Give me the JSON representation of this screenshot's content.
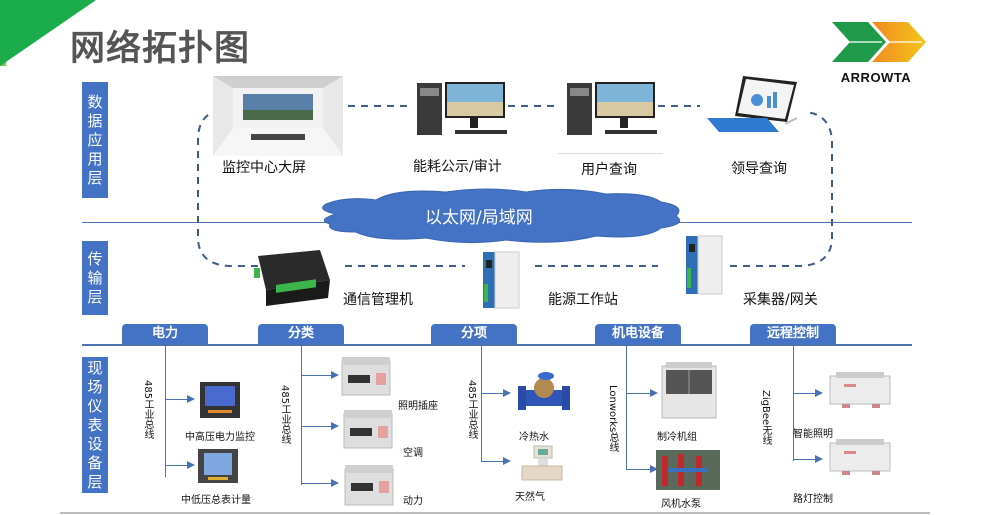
{
  "header": {
    "title": "网络拓扑图",
    "logo_text": "ARROWTA"
  },
  "colors": {
    "accent_blue": "#4472c4",
    "line_blue": "#4a72b0",
    "corner_green": "#1aab4a",
    "logo_green": "#1f9a4a",
    "logo_orange": "#f08a24",
    "logo_yellow": "#f5c518",
    "title_gray": "#555555"
  },
  "layers": {
    "application": {
      "label": "数据应用层",
      "chars": [
        "数",
        "据",
        "应",
        "用",
        "层"
      ]
    },
    "transport": {
      "label": "传输层",
      "chars": [
        "传",
        "输",
        "层"
      ]
    },
    "field": {
      "label": "现场仪表设备层",
      "chars": [
        "现",
        "场",
        "仪",
        "表",
        "设",
        "备",
        "层"
      ]
    }
  },
  "application_devices": [
    {
      "label": "监控中心大屏",
      "icon": "video-wall-icon"
    },
    {
      "label": "能耗公示/审计",
      "icon": "desktop-pc-icon"
    },
    {
      "label": "用户查询",
      "icon": "desktop-pc-icon"
    },
    {
      "label": "领导查询",
      "icon": "tablet-laptop-icon"
    }
  ],
  "network": {
    "label": "以太网/局域网",
    "icon": "cloud-icon"
  },
  "transport_devices": [
    {
      "label": "通信管理机",
      "icon": "comm-manager-icon"
    },
    {
      "label": "能源工作站",
      "icon": "din-gateway-icon"
    },
    {
      "label": "采集器/网关",
      "icon": "din-gateway-icon"
    }
  ],
  "categories": [
    {
      "tab": "电力",
      "bus": "485工业总线",
      "items": [
        {
          "label": "中高压电力监控",
          "icon": "power-monitor-icon"
        },
        {
          "label": "中低压总表计量",
          "icon": "power-meter-icon"
        }
      ]
    },
    {
      "tab": "分类",
      "bus": "485工业总线",
      "items": [
        {
          "label": "照明插座",
          "icon": "din-meter-icon"
        },
        {
          "label": "空调",
          "icon": "din-meter-icon"
        },
        {
          "label": "动力",
          "icon": "din-meter-icon"
        }
      ]
    },
    {
      "tab": "分项",
      "bus": "485工业总线",
      "items": [
        {
          "label": "冷热水",
          "icon": "water-meter-icon"
        },
        {
          "label": "天然气",
          "icon": "gas-meter-icon"
        }
      ]
    },
    {
      "tab": "机电设备",
      "bus": "Lonworks总线",
      "items": [
        {
          "label": "制冷机组",
          "icon": "chiller-icon"
        },
        {
          "label": "风机水泵",
          "icon": "pump-room-icon"
        }
      ]
    },
    {
      "tab": "远程控制",
      "bus": "ZigBee无线",
      "items": [
        {
          "label": "智能照明",
          "icon": "control-module-icon"
        },
        {
          "label": "路灯控制",
          "icon": "control-module-icon"
        }
      ]
    }
  ]
}
